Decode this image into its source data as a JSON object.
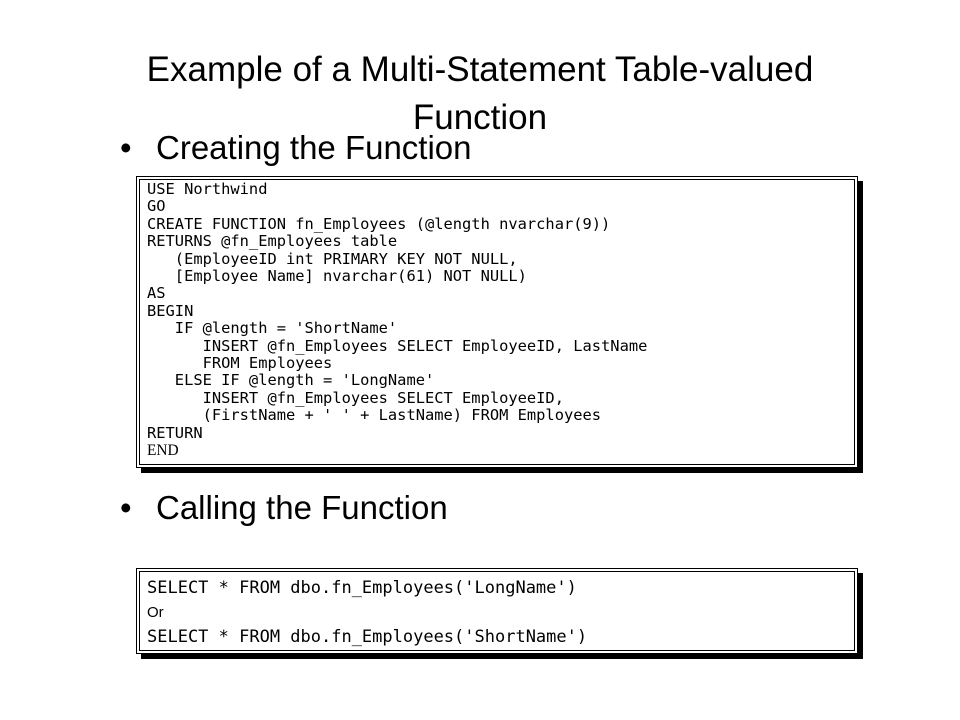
{
  "slide": {
    "title": "Example of a Multi-Statement Table-valued Function",
    "bullet_glyph": "•",
    "bullets": [
      "Creating the Function",
      "Calling the Function"
    ]
  },
  "create_code": [
    "USE Northwind",
    "GO",
    "CREATE FUNCTION fn_Employees (@length nvarchar(9))",
    "RETURNS @fn_Employees table",
    "   (EmployeeID int PRIMARY KEY NOT NULL,",
    "   [Employee Name] nvarchar(61) NOT NULL)",
    "AS",
    "BEGIN",
    "   IF @length = 'ShortName'",
    "      INSERT @fn_Employees SELECT EmployeeID, LastName",
    "      FROM Employees",
    "   ELSE IF @length = 'LongName'",
    "      INSERT @fn_Employees SELECT EmployeeID,",
    "      (FirstName + ' ' + LastName) FROM Employees",
    "RETURN",
    "END"
  ],
  "call_code": [
    "SELECT * FROM dbo.fn_Employees('LongName')",
    "Or",
    "SELECT * FROM dbo.fn_Employees('ShortName')"
  ]
}
